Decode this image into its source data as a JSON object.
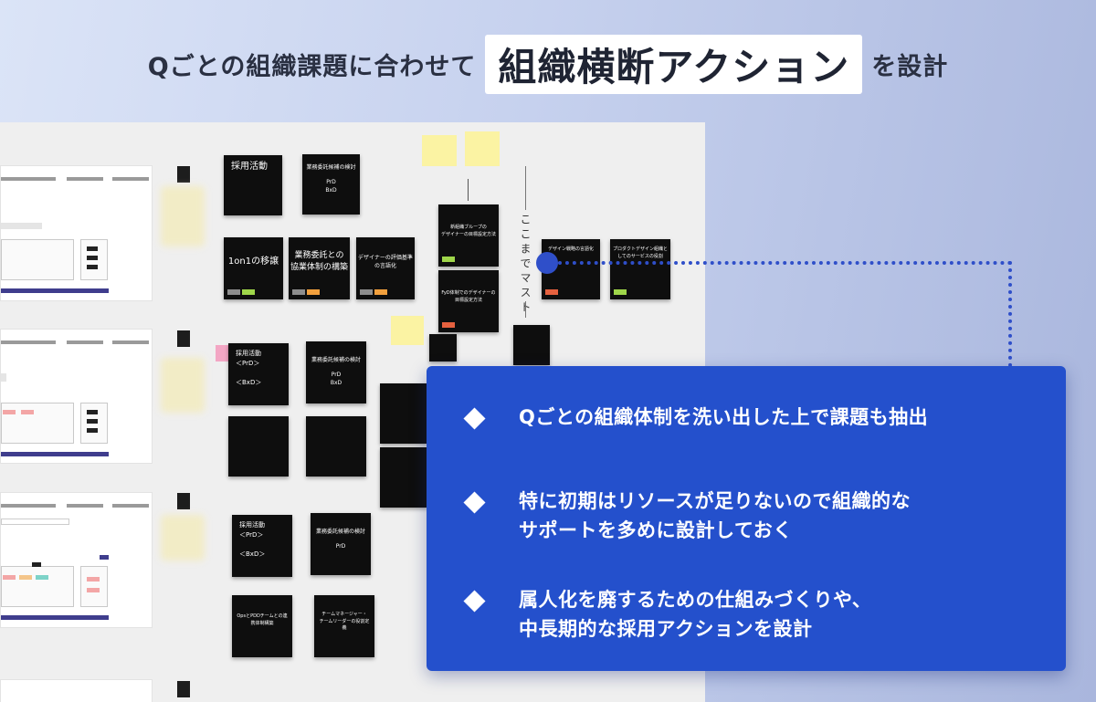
{
  "headline": {
    "pre": "Qごとの組織課題に合わせて",
    "highlight": "組織横断アクション",
    "post": "を設計"
  },
  "board": {
    "vertical_text": "ここまでマスト",
    "notes": [
      {
        "text": "採用活動",
        "tags": []
      },
      {
        "text": "業務委託候補の検討",
        "sub": "PrD\nBxD"
      },
      {
        "text": "1on1の移譲"
      },
      {
        "text": "業務委託との\n協業体制の構築"
      },
      {
        "text": "デザイナーの評価基準\nの言語化"
      },
      {
        "text": "採用活動\n＜PrD＞\n\n＜BxD＞"
      },
      {
        "text": "業務委託候補の検討",
        "sub": "PrD\nBxD"
      },
      {
        "text": "採用活動\n＜PrD＞\n\n＜BxD＞"
      },
      {
        "text": "業務委託候補の検討",
        "sub": "PrD"
      },
      {
        "text": "OpsとPDDチームとの連\n携体制構築"
      },
      {
        "text": "チームマネージャー・\nチームリーダーの役割定\n義"
      },
      {
        "text": "新組織ブループの\nデザイナーの目標設定方法"
      },
      {
        "text": "FyD体制でのデザイナーの\n目標設定方法"
      },
      {
        "text": "デザイン戦略の言語化"
      },
      {
        "text": "プロダクトデザイン組織と\nしてのサービスの役割"
      }
    ]
  },
  "callout": {
    "items": [
      "Qごとの組織体制を洗い出した上で課題も抽出",
      "特に初期はリソースが足りないので組織的な\nサポートを多めに設計しておく",
      "属人化を廃するための仕組みづくりや、\n中長期的な採用アクションを設計"
    ]
  },
  "colors": {
    "accent": "#2450cc",
    "note_bg": "#0e0e0e",
    "sticky": "#fbf3a3"
  }
}
